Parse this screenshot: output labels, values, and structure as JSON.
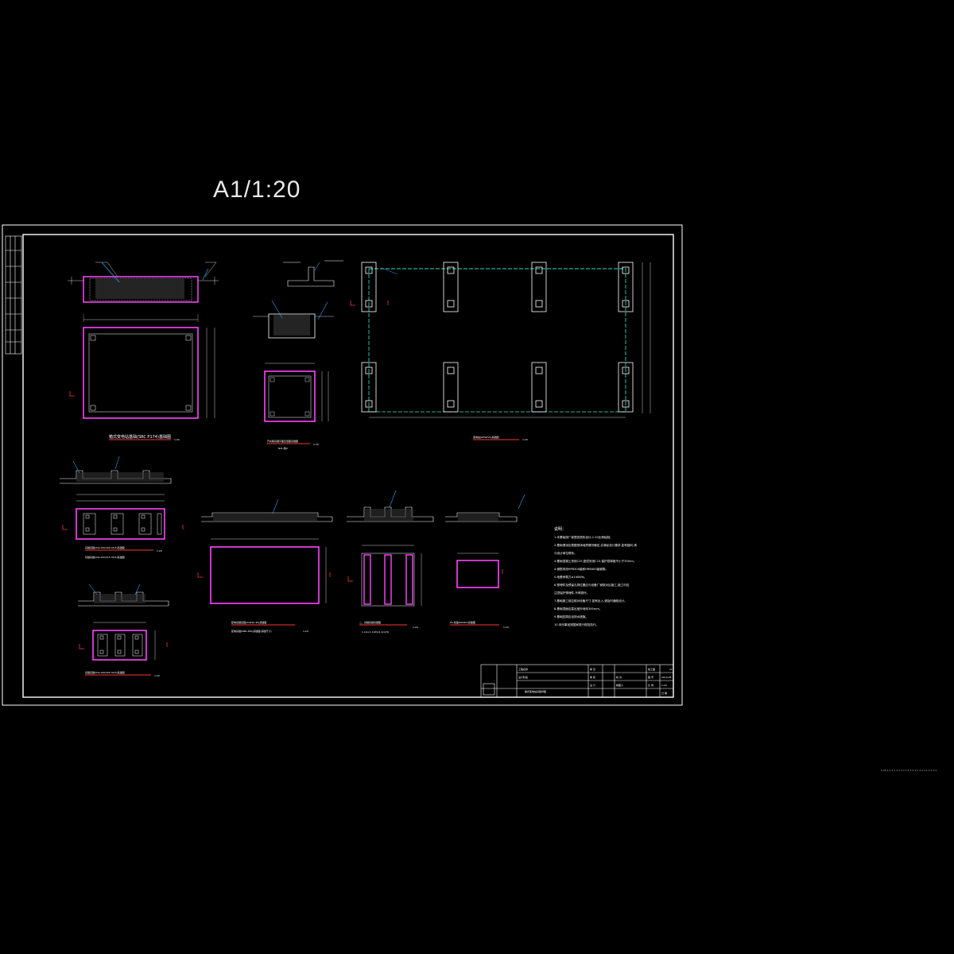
{
  "header": {
    "scale_title": "A1/1:20"
  },
  "corner_text": "1:20 1:1 1:1 1:1 1:1 1:1 1:1 1:1 1:1 1:1 1:1 1:1",
  "drawings": {
    "d1": {
      "caption": "箱式变电站基础(SRC P174)基础图",
      "scale": "1:20"
    },
    "d2": {
      "caption": "开关箱基础平面及剖面基础图",
      "sub": "NXL-箱2",
      "scale": "1:20"
    },
    "d3": {
      "caption": "变电站(KDW/VS)基础图",
      "scale": "1:20"
    },
    "d4": {
      "caption1": "基础基础(XGL150/400-45/4)基础图",
      "caption2": "基础基础(XGL150/315-30/4)基础图",
      "scale": "1:20"
    },
    "d5": {
      "caption": "基础基础(XGL100/200-30/3)基础图",
      "scale": "1:20"
    },
    "d6": {
      "caption1": "配电基础基础(XGP10-40)基础图",
      "caption2": "配电基础(XBR-300)基础图(基础尺寸)",
      "scale": "1:20"
    },
    "d7": {
      "caption1": "二、基础基础基础图",
      "caption2": "1.1(L)-1.1(W)x1.1m(H)",
      "scale": "1:20"
    },
    "d8": {
      "caption": "P4-基础(600KV)基础图",
      "scale": "1:20"
    }
  },
  "notes": {
    "title": "说明：",
    "lines": [
      "1.本基础按厂家提供资料设计,1:20比例绘制。",
      "2.基础埋深应根据现场地质情况确定,并满足设计要求,如有疑问,请",
      "  与设计单位联系。",
      "3.基础混凝土采用C25,垫层采用C15,保护层厚度不小于35mm。",
      "4.钢筋采用HPB300级和HRB400级钢筋。",
      "5.地基承载力≥100kPa。",
      "6.预埋件及预留孔洞位置应与设备厂家核对后施工,施工时应",
      "  注意保护预埋件,不得损坏。",
      "7.基础施工前应核对设备尺寸,如有出入,请及时通知设计。",
      "8.基础顶面应高出室外地坪300mm。",
      "9.基础四周应设排水措施。",
      "10.未尽事宜按国家现行规范执行。"
    ]
  },
  "title_block": {
    "cells": [
      "工程名称",
      "设计阶段",
      "审 定",
      "审 核",
      "校 对",
      "设 计",
      "图 号",
      "比 例",
      "日 期",
      "施工图",
      "1:20",
      "2010.05",
      "11",
      "制图人"
    ],
    "drawing_title": "箱式变电站基础详图"
  }
}
